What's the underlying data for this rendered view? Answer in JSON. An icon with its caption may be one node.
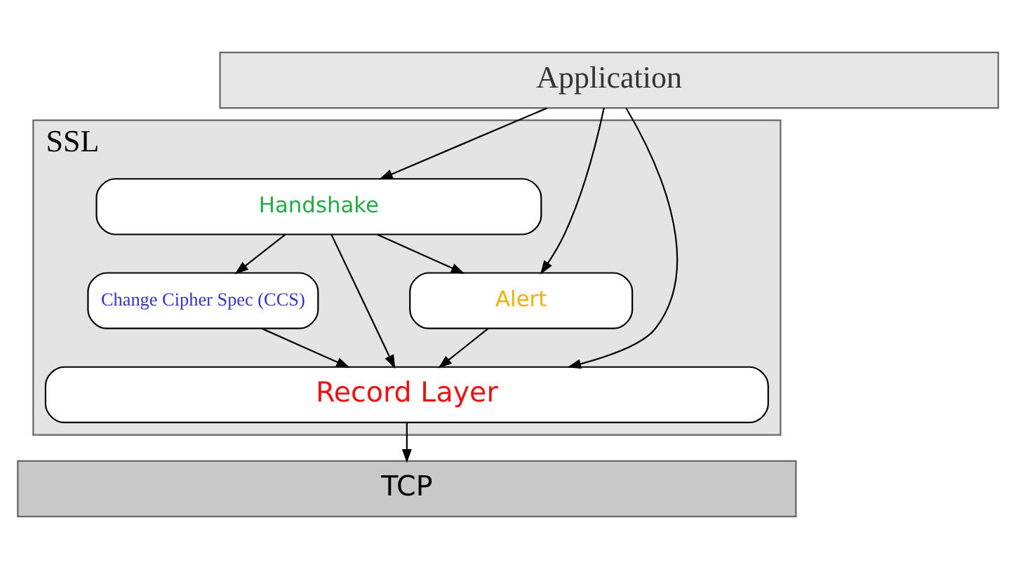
{
  "diagram": {
    "nodes": [
      {
        "text": [
          "Application"
        ]
      },
      {
        "text": [
          "SSL"
        ]
      },
      {
        "text": [
          "Handshake"
        ],
        "in": 1
      },
      {
        "text": [
          "Alert"
        ],
        "in": 1
      },
      {
        "text": [
          "Change Cipher Spec (CCS)"
        ],
        "in": 1
      },
      {
        "text": [
          "Record Layer"
        ],
        "in": 1
      },
      {
        "text": [
          "TCP"
        ]
      }
    ],
    "edges": [
      {
        "from": 0,
        "to": 5,
        "arrow": "to"
      },
      {
        "from": 0,
        "to": 3,
        "arrow": "to"
      },
      {
        "from": 0,
        "to": 2,
        "arrow": "to"
      },
      {
        "from": 2,
        "to": 3,
        "arrow": "to"
      },
      {
        "from": 2,
        "to": 5,
        "arrow": "to"
      },
      {
        "from": 2,
        "to": 4,
        "arrow": "to"
      },
      {
        "from": 3,
        "to": 5,
        "arrow": "to"
      },
      {
        "from": 4,
        "to": 5,
        "arrow": "to"
      },
      {
        "from": 5,
        "to": 6,
        "arrow": "to"
      }
    ]
  }
}
